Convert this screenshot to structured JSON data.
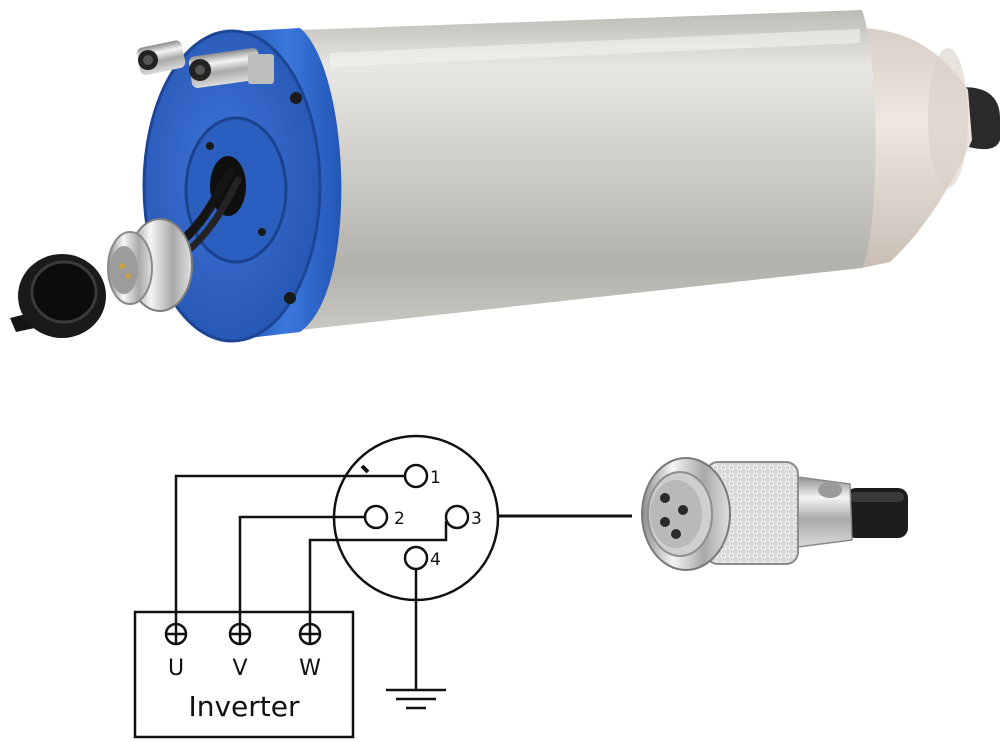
{
  "wiring": {
    "pins": [
      {
        "number": "1"
      },
      {
        "number": "2"
      },
      {
        "number": "3"
      },
      {
        "number": "4"
      }
    ],
    "terminals": [
      {
        "label": "U"
      },
      {
        "label": "V"
      },
      {
        "label": "W"
      }
    ],
    "inverter_label": "Inverter"
  },
  "colors": {
    "housing_blue": "#2a63c9",
    "body_silver": "#c8c6c0",
    "line": "#111111"
  },
  "icons": [
    "ground-icon",
    "terminal-cross-icon"
  ]
}
